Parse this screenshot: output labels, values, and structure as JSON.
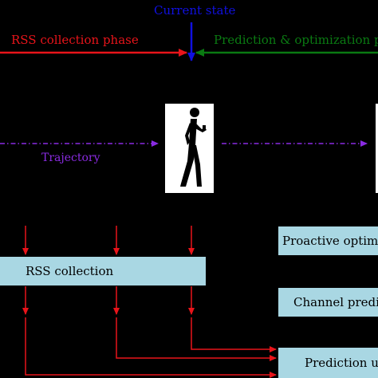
{
  "labels": {
    "current_state": "Current state",
    "rss_phase": "RSS collection phase",
    "prediction_phase": "Prediction & optimization p",
    "trajectory": "Trajectory"
  },
  "boxes": {
    "rss_collection": "RSS collection",
    "proactive": "Proactive optimi",
    "channel": "Channel predic",
    "prediction": "Prediction u"
  },
  "colors": {
    "background": "#000000",
    "red": "#e8141a",
    "green": "#0a7a12",
    "blue": "#1010e0",
    "purple": "#8a2be2",
    "box_fill": "#a9d7e3"
  },
  "icons": {
    "walker": "person-walking-with-phone-icon"
  }
}
